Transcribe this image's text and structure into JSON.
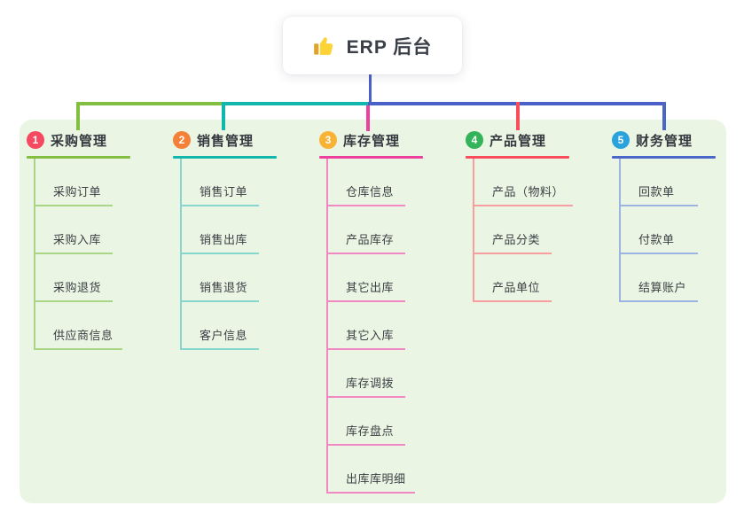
{
  "root": {
    "label": "ERP 后台",
    "icon": "thumbs-up-icon"
  },
  "colors": {
    "page_bg": "#ffffff",
    "panel_bg": "#eaf6e3",
    "connector": "#4b5fc8",
    "heading_text": "#343940",
    "node_text": "#3a3f45"
  },
  "branches": [
    {
      "number": "1",
      "label": "采购管理",
      "color": "#82bf40",
      "light_color": "#a9d585",
      "badge_color": "#f5495f",
      "children": [
        "采购订单",
        "采购入库",
        "采购退货",
        "供应商信息"
      ]
    },
    {
      "number": "2",
      "label": "销售管理",
      "color": "#12b7ab",
      "light_color": "#86d6cf",
      "badge_color": "#f58138",
      "children": [
        "销售订单",
        "销售出库",
        "销售退货",
        "客户信息"
      ]
    },
    {
      "number": "3",
      "label": "库存管理",
      "color": "#ec3f9e",
      "light_color": "#f187c3",
      "badge_color": "#f9b233",
      "children": [
        "仓库信息",
        "产品库存",
        "其它出库",
        "其它入库",
        "库存调拨",
        "库存盘点",
        "出库库明细"
      ]
    },
    {
      "number": "4",
      "label": "产品管理",
      "color": "#f94d5c",
      "light_color": "#f89da0",
      "badge_color": "#33b45a",
      "children": [
        "产品（物料）",
        "产品分类",
        "产品单位"
      ]
    },
    {
      "number": "5",
      "label": "财务管理",
      "color": "#4a66c8",
      "light_color": "#9db4e2",
      "badge_color": "#2aa3dd",
      "children": [
        "回款单",
        "付款单",
        "结算账户"
      ]
    }
  ]
}
